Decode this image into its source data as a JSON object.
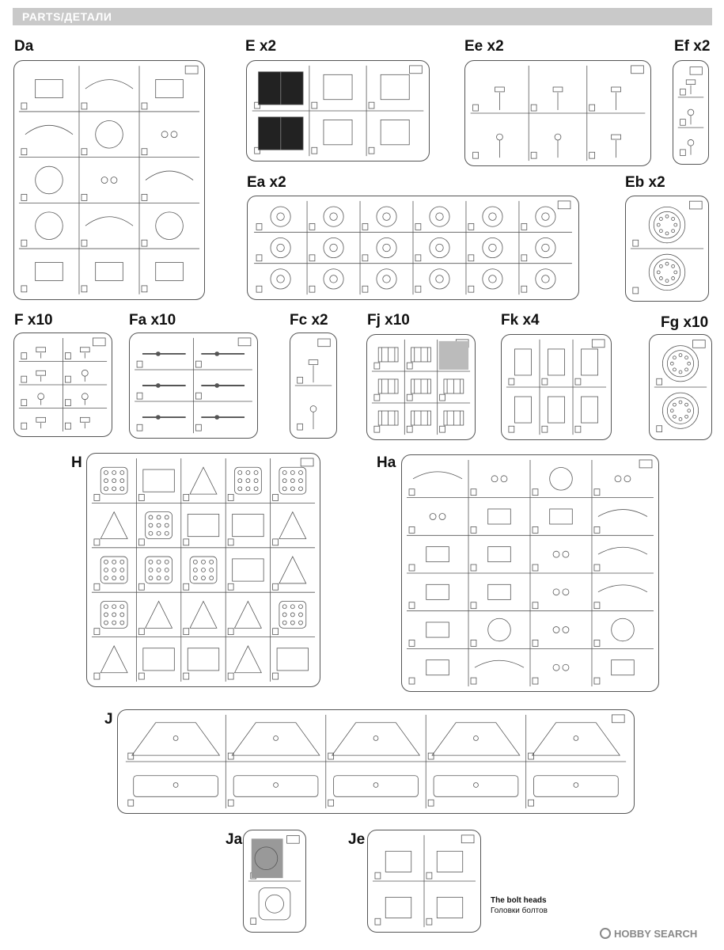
{
  "header": {
    "title": "PARTS/ДЕТАЛИ"
  },
  "sprues": [
    {
      "id": "Da",
      "label": "Da",
      "tag": "Da"
    },
    {
      "id": "E",
      "label": "E x2",
      "tag": "E"
    },
    {
      "id": "Ee",
      "label": "Ee x2",
      "tag": "Ee"
    },
    {
      "id": "Ef",
      "label": "Ef x2",
      "tag": "Ef"
    },
    {
      "id": "Ea",
      "label": "Ea x2",
      "tag": "Ea"
    },
    {
      "id": "Eb",
      "label": "Eb x2",
      "tag": "Eb"
    },
    {
      "id": "F",
      "label": "F x10",
      "tag": "F"
    },
    {
      "id": "Fa",
      "label": "Fa x10",
      "tag": "Fa"
    },
    {
      "id": "Fc",
      "label": "Fc x2",
      "tag": "Fc"
    },
    {
      "id": "Fj",
      "label": "Fj x10",
      "tag": "Fj"
    },
    {
      "id": "Fk",
      "label": "Fk x4",
      "tag": "Fk"
    },
    {
      "id": "Fg",
      "label": "Fg x10",
      "tag": "Fg"
    },
    {
      "id": "H",
      "label": "H",
      "tag": "H"
    },
    {
      "id": "Ha",
      "label": "Ha",
      "tag": "Ha"
    },
    {
      "id": "J",
      "label": "J",
      "tag": "J"
    },
    {
      "id": "Ja",
      "label": "Ja",
      "tag": "Ja"
    },
    {
      "id": "Je",
      "label": "Je",
      "tag": "Je"
    }
  ],
  "note": {
    "en": "The bolt heads",
    "ru": "Головки болтов"
  },
  "watermark": {
    "text": "HOBBY SEARCH"
  }
}
